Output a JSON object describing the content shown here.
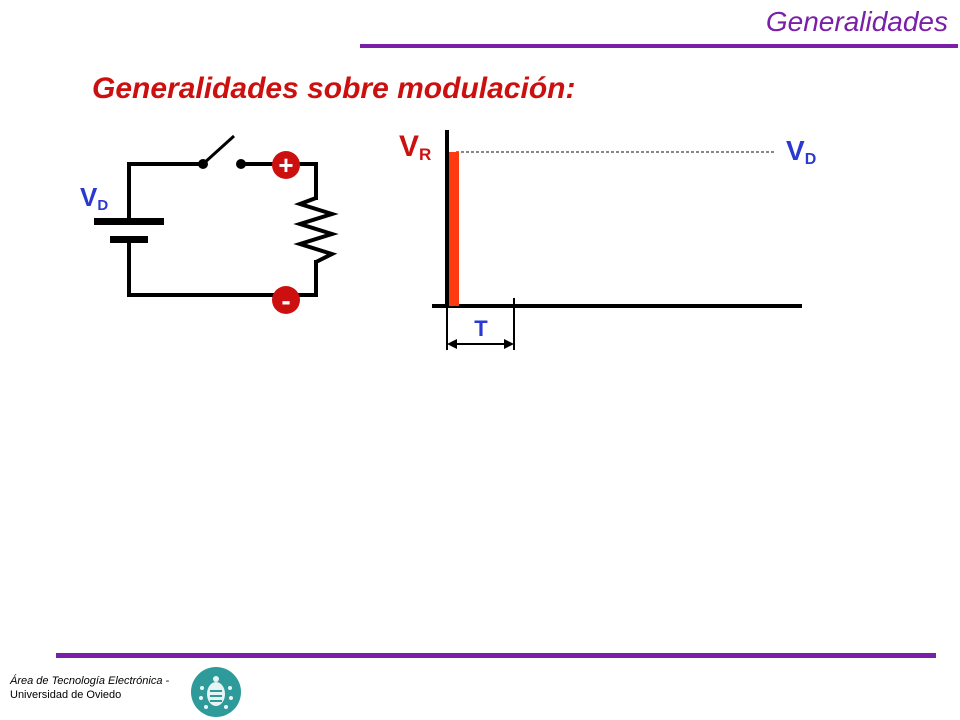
{
  "header": {
    "title": "Generalidades"
  },
  "slide": {
    "title": "Generalidades sobre modulación:"
  },
  "circuit": {
    "source_label": {
      "main": "V",
      "sub": "D"
    },
    "plus_sign": "+",
    "minus_sign": "-"
  },
  "plot": {
    "pulse_label": {
      "main": "V",
      "sub": "R"
    },
    "level_label": {
      "main": "V",
      "sub": "D"
    },
    "period_label": "T"
  },
  "footer": {
    "line1": "Área de Tecnología Electrónica -",
    "line2": "Universidad de Oviedo"
  },
  "colors": {
    "purple": "#7a1fa8",
    "red": "#cc1010",
    "pulse": "#ff3a10",
    "blue": "#2a3ad0",
    "logo": "#2e9a9a"
  }
}
